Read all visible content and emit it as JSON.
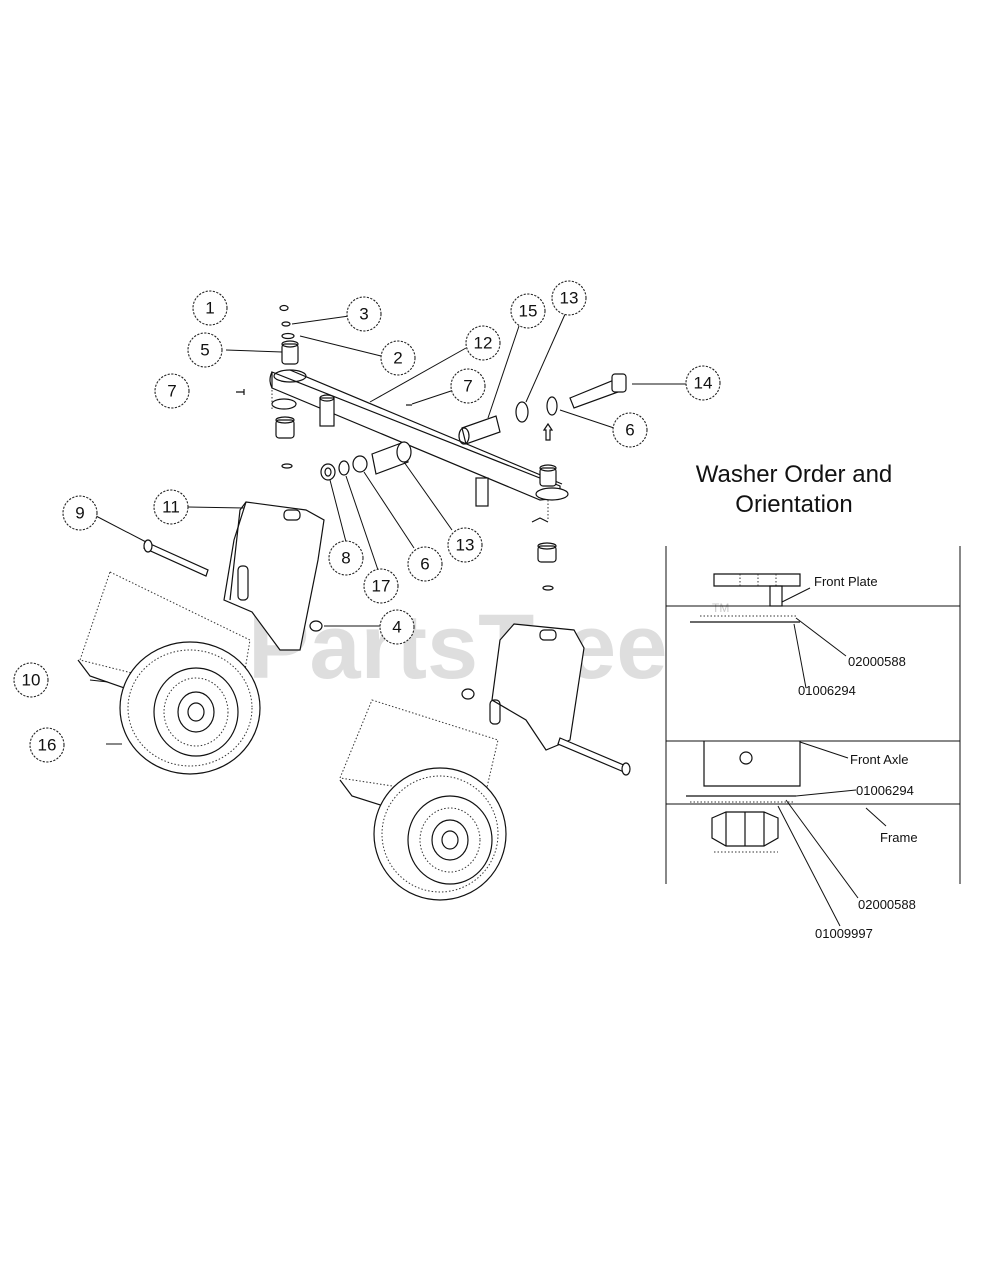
{
  "watermark": {
    "text": "PartsTree",
    "tm": "TM"
  },
  "callouts": [
    {
      "id": "c1",
      "num": "1"
    },
    {
      "id": "c3",
      "num": "3"
    },
    {
      "id": "c2",
      "num": "2"
    },
    {
      "id": "c5",
      "num": "5"
    },
    {
      "id": "c7a",
      "num": "7"
    },
    {
      "id": "c12",
      "num": "12"
    },
    {
      "id": "c15",
      "num": "15"
    },
    {
      "id": "c13a",
      "num": "13"
    },
    {
      "id": "c7b",
      "num": "7"
    },
    {
      "id": "c14",
      "num": "14"
    },
    {
      "id": "c6a",
      "num": "6"
    },
    {
      "id": "c9",
      "num": "9"
    },
    {
      "id": "c11",
      "num": "11"
    },
    {
      "id": "c8",
      "num": "8"
    },
    {
      "id": "c17",
      "num": "17"
    },
    {
      "id": "c6b",
      "num": "6"
    },
    {
      "id": "c13b",
      "num": "13"
    },
    {
      "id": "c4",
      "num": "4"
    },
    {
      "id": "c10",
      "num": "10"
    },
    {
      "id": "c16",
      "num": "16"
    }
  ],
  "inset": {
    "title_line1": "Washer Order and",
    "title_line2": "Orientation",
    "labels": {
      "front_plate": "Front Plate",
      "p02000588_top": "02000588",
      "p01006294_top": "01006294",
      "front_axle": "Front Axle",
      "p01006294_bottom": "01006294",
      "frame": "Frame",
      "p02000588_bottom": "02000588",
      "p01009997": "01009997"
    }
  }
}
